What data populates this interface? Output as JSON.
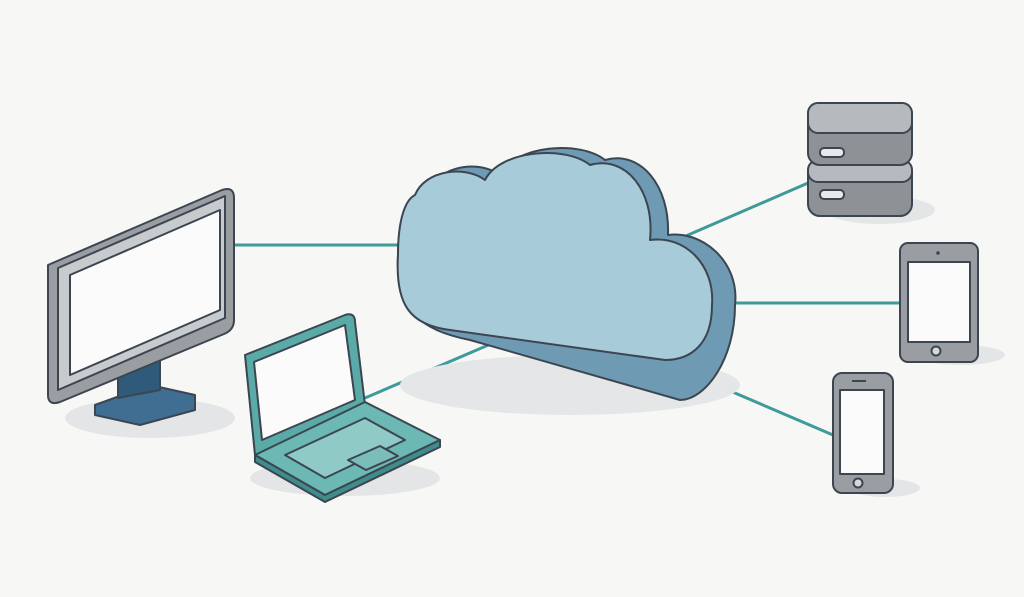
{
  "diagram": {
    "nodes": [
      {
        "id": "cloud",
        "icon": "cloud-icon"
      },
      {
        "id": "desktop",
        "icon": "desktop-monitor-icon"
      },
      {
        "id": "laptop",
        "icon": "laptop-icon"
      },
      {
        "id": "server",
        "icon": "server-icon"
      },
      {
        "id": "tablet",
        "icon": "tablet-icon"
      },
      {
        "id": "phone",
        "icon": "smartphone-icon"
      }
    ],
    "edges": [
      {
        "from": "cloud",
        "to": "desktop"
      },
      {
        "from": "cloud",
        "to": "laptop"
      },
      {
        "from": "cloud",
        "to": "server"
      },
      {
        "from": "cloud",
        "to": "tablet"
      },
      {
        "from": "cloud",
        "to": "phone"
      }
    ]
  },
  "colors": {
    "background": "#f7f7f6",
    "cloud_face": "#a8cbd9",
    "cloud_side": "#6f9ab4",
    "connector": "#3f9a9a",
    "laptop": "#5aaba8",
    "device_gray": "#9a9ea3",
    "monitor_stand": "#3f6e92",
    "outline": "#3b4650"
  }
}
